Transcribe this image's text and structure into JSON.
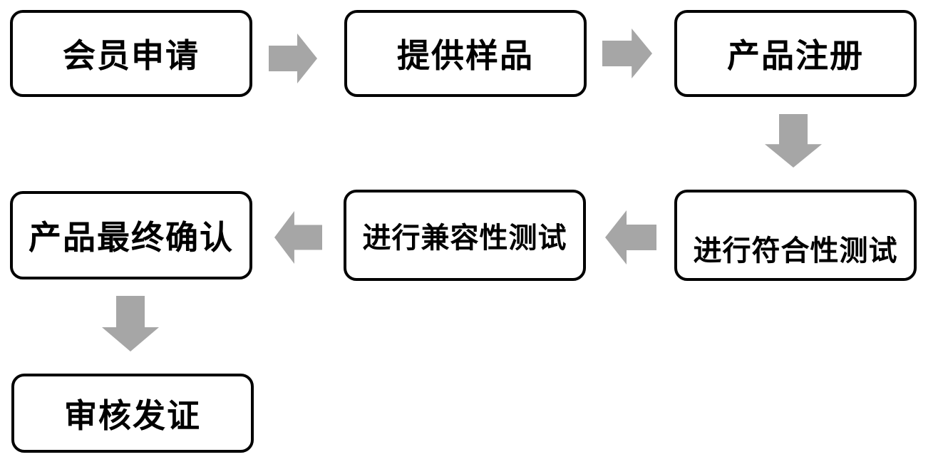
{
  "diagram": {
    "title": "certification-process-flowchart",
    "colors": {
      "background": "#ffffff",
      "node_fill": "#ffffff",
      "node_border": "#000000",
      "node_text": "#000000",
      "arrow_fill": "#a6a6a6"
    },
    "nodes": [
      {
        "id": "membership-application",
        "label": "会员申请"
      },
      {
        "id": "provide-samples",
        "label": "提供样品"
      },
      {
        "id": "product-registration",
        "label": "产品注册"
      },
      {
        "id": "conformity-testing",
        "label": "进行符合性测试"
      },
      {
        "id": "compatibility-testing",
        "label": "进行兼容性测试"
      },
      {
        "id": "final-product-confirmation",
        "label": "产品最终确认"
      },
      {
        "id": "review-and-issue-certificate",
        "label": "审核发证"
      }
    ],
    "arrows": [
      {
        "from": "membership-application",
        "to": "provide-samples",
        "direction": "right"
      },
      {
        "from": "provide-samples",
        "to": "product-registration",
        "direction": "right"
      },
      {
        "from": "product-registration",
        "to": "conformity-testing",
        "direction": "down"
      },
      {
        "from": "conformity-testing",
        "to": "compatibility-testing",
        "direction": "left"
      },
      {
        "from": "compatibility-testing",
        "to": "final-product-confirmation",
        "direction": "left"
      },
      {
        "from": "final-product-confirmation",
        "to": "review-and-issue-certificate",
        "direction": "down"
      }
    ]
  }
}
